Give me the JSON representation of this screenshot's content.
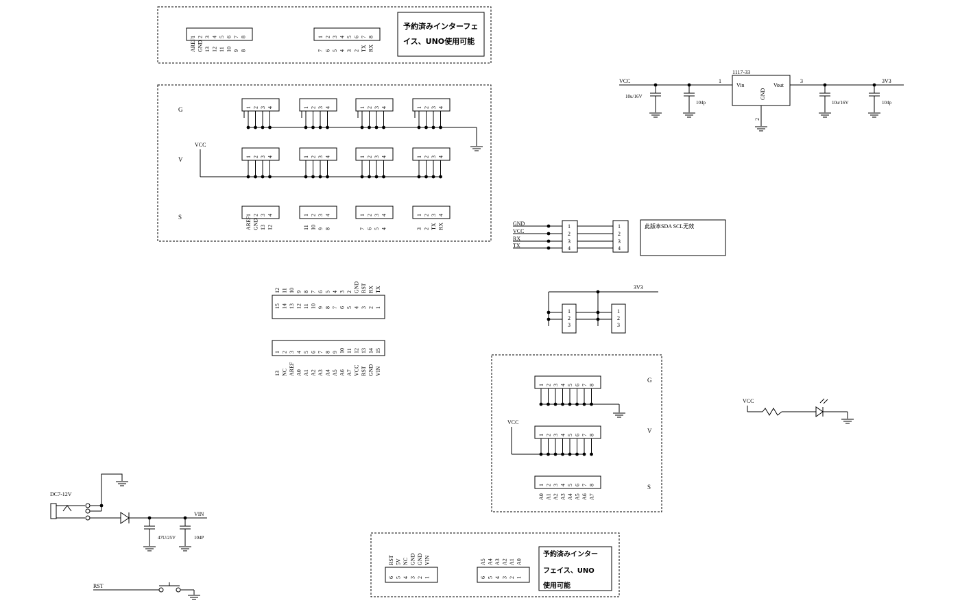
{
  "notes": {
    "note_top": "予約済みインターフェイス、UNO使用可能",
    "note_top_line1": "予約済みインターフェ",
    "note_top_line2": "イス、UNO使用可能",
    "note_bottom_line1": "予約済みインター",
    "note_bottom_line2": "フェイス、UNO",
    "note_bottom_line3": "使用可能",
    "note_uart": "此版本SDA SCL无效"
  },
  "rows": {
    "g": "G",
    "v": "V",
    "s": "S"
  },
  "nets": {
    "vcc": "VCC",
    "gnd": "GND",
    "rx": "RX",
    "tx": "TX",
    "v3v3": "3V3",
    "vin": "VIN",
    "rst": "RST",
    "dc": "DC7-12V"
  },
  "regulator": {
    "name": "1117-33",
    "vin": "Vin",
    "vout": "Vout",
    "gnd": "GND",
    "pin1": "1",
    "pin2": "2",
    "pin3": "3",
    "cap_in_e": "10u/16V",
    "cap_in_c": "104p",
    "cap_out_e": "10u/16V",
    "cap_out_c": "104p"
  },
  "power_in": {
    "cap_e": "47U/25V",
    "cap_c": "104P"
  },
  "headers": {
    "h8_pins": [
      "1",
      "2",
      "3",
      "4",
      "5",
      "6",
      "7",
      "8"
    ],
    "h4_pins": [
      "1",
      "2",
      "3",
      "4"
    ],
    "h3_pins": [
      "1",
      "2",
      "3"
    ],
    "h6_pins": [
      "6",
      "5",
      "4",
      "3",
      "2",
      "1"
    ],
    "top_left_labels": [
      "AREF",
      "GND",
      "13",
      "12",
      "11",
      "10",
      "9",
      "8"
    ],
    "top_right_labels": [
      "7",
      "6",
      "5",
      "4",
      "3",
      "2",
      "TX",
      "RX"
    ],
    "s_row_labels": [
      [
        "AREF",
        "GND",
        "13",
        "12"
      ],
      [
        "11",
        "10",
        "9",
        "8"
      ],
      [
        "7",
        "6",
        "5",
        "4"
      ],
      [
        "3",
        "2",
        "TX",
        "RX"
      ]
    ],
    "analog_labels": [
      "A0",
      "A1",
      "A2",
      "A3",
      "A4",
      "A5",
      "A6",
      "A7"
    ],
    "nano_top_labels": [
      "12",
      "11",
      "10",
      "9",
      "8",
      "7",
      "6",
      "5",
      "4",
      "3",
      "2",
      "GND",
      "RST",
      "RX",
      "TX"
    ],
    "nano_top_pins": [
      "15",
      "14",
      "13",
      "12",
      "11",
      "10",
      "9",
      "8",
      "7",
      "6",
      "5",
      "4",
      "3",
      "2",
      "1"
    ],
    "nano_bot_pins": [
      "1",
      "2",
      "3",
      "4",
      "5",
      "6",
      "7",
      "8",
      "9",
      "10",
      "11",
      "12",
      "13",
      "14",
      "15"
    ],
    "nano_bot_labels": [
      "13",
      "NC",
      "AREF",
      "A0",
      "A1",
      "A2",
      "A3",
      "A4",
      "A5",
      "A6",
      "A7",
      "VCC",
      "RST",
      "GND",
      "VIN"
    ],
    "bottom_left_labels": [
      "RST",
      "5V",
      "NC",
      "GND",
      "GND",
      "VIN"
    ],
    "bottom_right_labels": [
      "A0",
      "A1",
      "A2",
      "A3",
      "A4",
      "A5"
    ]
  }
}
